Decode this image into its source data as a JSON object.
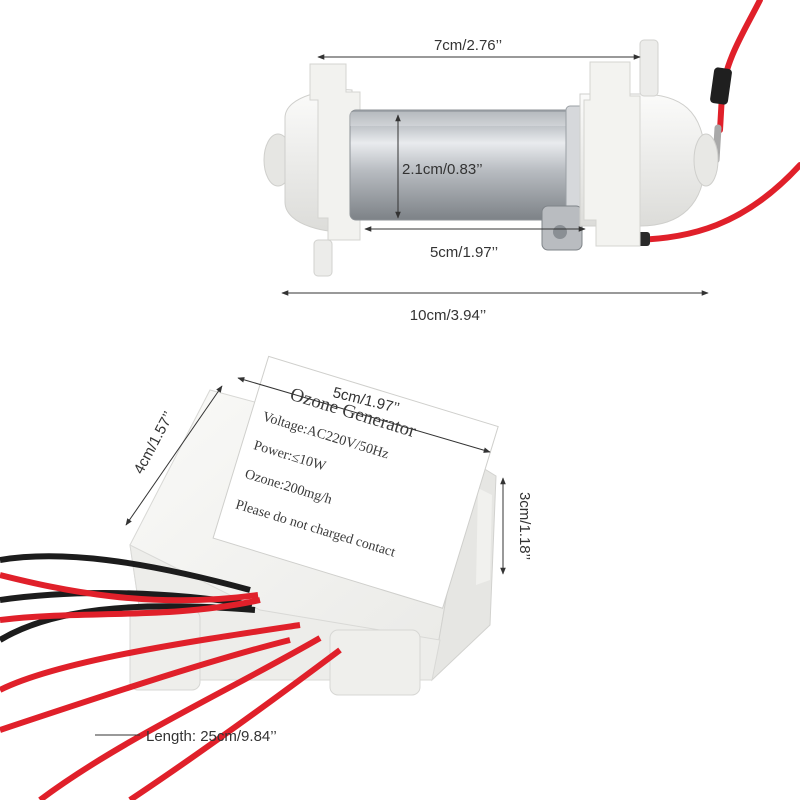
{
  "dimensions": {
    "tube_length": "7cm/2.76’’",
    "tube_diameter": "2.1cm/0.83’’",
    "electrode_length": "5cm/1.97’’",
    "total_length": "10cm/3.94’’",
    "box_length": "5cm/1.97’’",
    "box_width": "4cm/1.57’’",
    "box_height": "3cm/1.18’’",
    "wire_length": "Length: 25cm/9.84’’"
  },
  "label": {
    "title": "Ozone Generator",
    "voltage": "Voltage:AC220V/50Hz",
    "power": "Power:≤10W",
    "ozone": "Ozone:200mg/h",
    "warning": "Please do not charged contact"
  },
  "colors": {
    "wire_red": "#e0202a",
    "wire_black": "#1c1c1c",
    "plastic": "#f3f3f1",
    "metal": "#c4c7cb"
  }
}
